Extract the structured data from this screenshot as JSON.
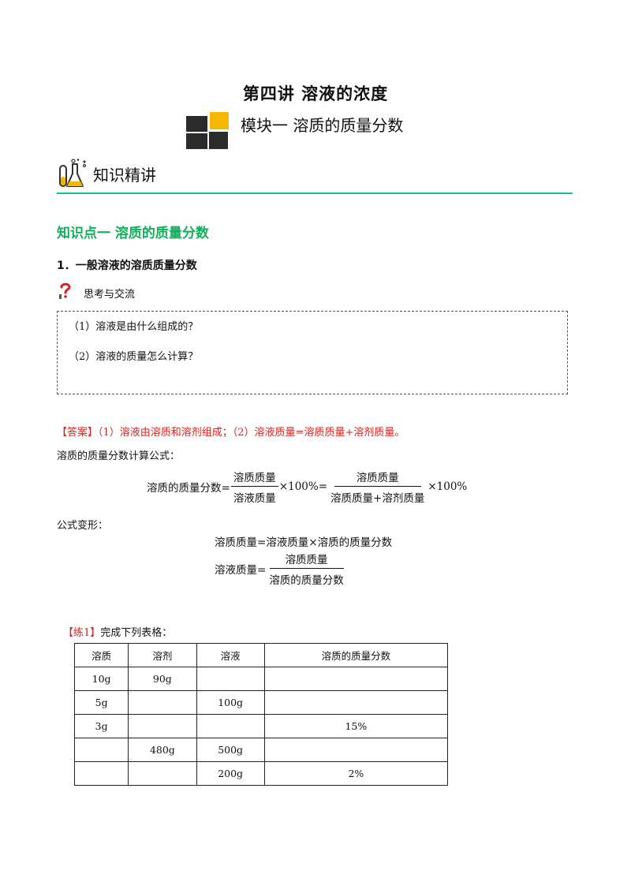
{
  "title": "第四讲    溶液的浓度",
  "module": "模块一  溶质的质量分数",
  "section": "知识精讲",
  "knowledge_point": "知识点一  溶质的质量分数",
  "subsection": "1．一般溶液的溶质质量分数",
  "think": {
    "label": "思考与交流",
    "questions": [
      "（1）溶液是由什么组成的？",
      "（2）溶液的质量怎么计算？"
    ]
  },
  "answer": {
    "tag": "【答案】",
    "text": "（1）溶液由溶质和溶剂组成；（2）溶液质量=溶质质量+溶剂质量。"
  },
  "formula_intro": "溶质的质量分数计算公式：",
  "formula_main": {
    "lhs": "溶质的质量分数=",
    "f1_num": "溶质质量",
    "f1_den": "溶液质量",
    "times1": "×100%=",
    "f2_num": "溶质质量",
    "f2_den": "溶质质量+溶剂质量",
    "times2": "×100%"
  },
  "variant_intro": "公式变形：",
  "variant1": "溶质质量=溶液质量×溶质的质量分数",
  "variant2": {
    "lhs": "溶液质量=",
    "num": "溶质质量",
    "den": "溶质的质量分数"
  },
  "exercise": {
    "tag": "【练1】",
    "text": "完成下列表格："
  },
  "table": {
    "headers": [
      "溶质",
      "溶剂",
      "溶液",
      "溶质的质量分数"
    ],
    "rows": [
      [
        "10g",
        "90g",
        "",
        ""
      ],
      [
        "5g",
        "",
        "100g",
        ""
      ],
      [
        "3g",
        "",
        "",
        "15%"
      ],
      [
        "",
        "480g",
        "500g",
        ""
      ],
      [
        "",
        "",
        "200g",
        "2%"
      ]
    ]
  },
  "colors": {
    "accent_green": "#10b05a",
    "rule_green": "#19c28a",
    "answer_red": "#e0201c",
    "logo_yellow": "#f5b800",
    "logo_dark": "#2b2b2b"
  }
}
